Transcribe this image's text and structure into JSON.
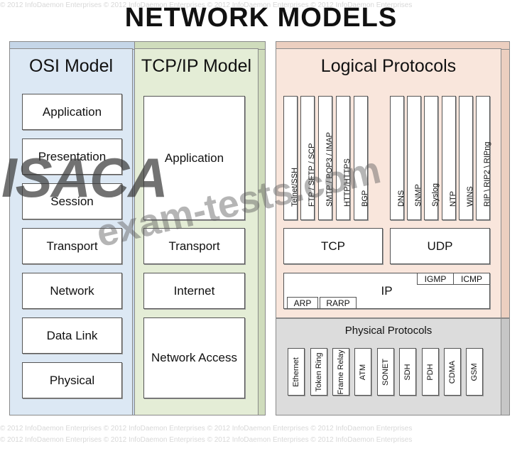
{
  "title": "NETWORK MODELS",
  "footer_text": "© 2012 InfoDaemon Enterprises   © 2012 InfoDaemon Enterprises   © 2012 InfoDaemon Enterprises   © 2012 InfoDaemon Enterprises",
  "watermarks": {
    "brand": "ISACA",
    "site": "exam-tests.com"
  },
  "osi": {
    "title": "OSI Model",
    "layers": [
      "Application",
      "Presentation",
      "Session",
      "Transport",
      "Network",
      "Data Link",
      "Physical"
    ]
  },
  "tcpip": {
    "title": "TCP/IP Model",
    "layers": [
      "Application",
      "Transport",
      "Internet",
      "Network Access"
    ]
  },
  "logical": {
    "title": "Logical Protocols",
    "tcp_apps": [
      "Telnet/SSH",
      "FTP / SFTP / SCP",
      "SMTP / POP3 / IMAP",
      "HTTP/HTTPS",
      "BGP"
    ],
    "udp_apps": [
      "DNS",
      "SNMP",
      "Syslog",
      "NTP",
      "WINS",
      "RIP \\ RIP2 \\ RIPng"
    ],
    "tcp": "TCP",
    "udp": "UDP",
    "ip": "IP",
    "igmp": "IGMP",
    "icmp": "ICMP",
    "arp": "ARP",
    "rarp": "RARP"
  },
  "physical": {
    "title": "Physical Protocols",
    "items": [
      "Ethernet",
      "Token Ring",
      "Frame Relay",
      "ATM",
      "SONET",
      "SDH",
      "PDH",
      "CDMA",
      "GSM"
    ]
  },
  "colors": {
    "osi_bg": "#dce8f4",
    "osi_side": "#c5d6e8",
    "tcpip_bg": "#e4edd6",
    "tcpip_side": "#cfdcbc",
    "logical_bg": "#f9e6dc",
    "logical_side": "#eccfc0",
    "physical_bg": "#dcdcdc",
    "physical_side": "#c6c6c6"
  }
}
